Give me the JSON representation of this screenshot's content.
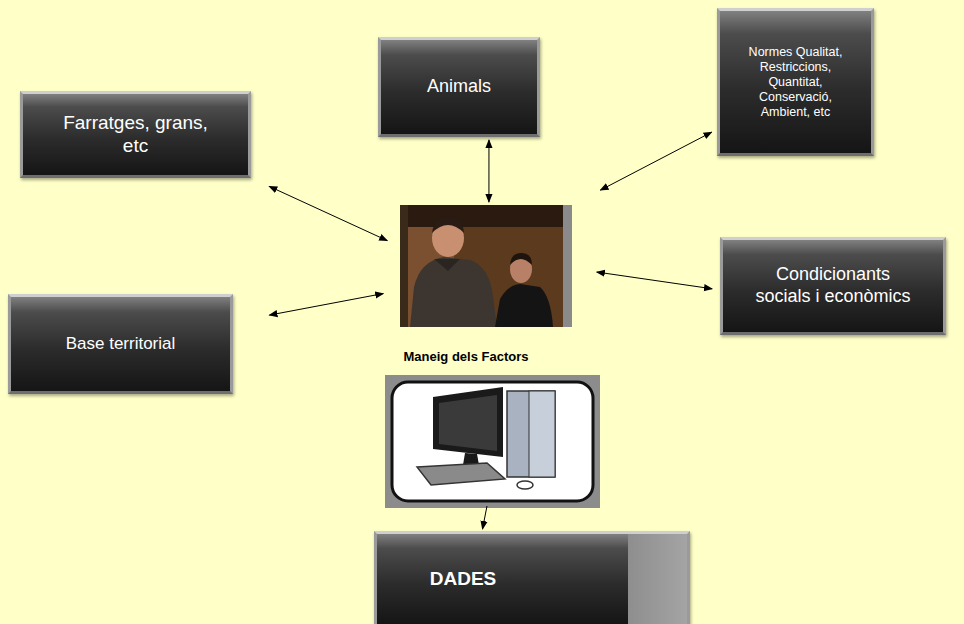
{
  "diagram": {
    "nodes": [
      {
        "text": [
          "Farratges, grans, etc"
        ]
      },
      {
        "text": [
          "Animals"
        ]
      },
      {
        "text": [
          "Normes Qualitat, Restriccions, Quantitat, Conservació, Ambient, etc"
        ]
      },
      {
        "text": [
          "Condicionants socials i econòmics"
        ]
      },
      {
        "text": [
          "Base territorial"
        ]
      },
      {
        "text": [
          "Maneig dels Factors"
        ]
      },
      {
        "text": [
          "DADES"
        ]
      }
    ],
    "edges": [
      {
        "from": 0,
        "to": 5,
        "arrow": "both"
      },
      {
        "from": 1,
        "to": 5,
        "arrow": "both"
      },
      {
        "from": 2,
        "to": 5,
        "arrow": "both"
      },
      {
        "from": 5,
        "to": 3,
        "arrow": "both"
      },
      {
        "from": 4,
        "to": 5,
        "arrow": "both"
      }
    ]
  }
}
